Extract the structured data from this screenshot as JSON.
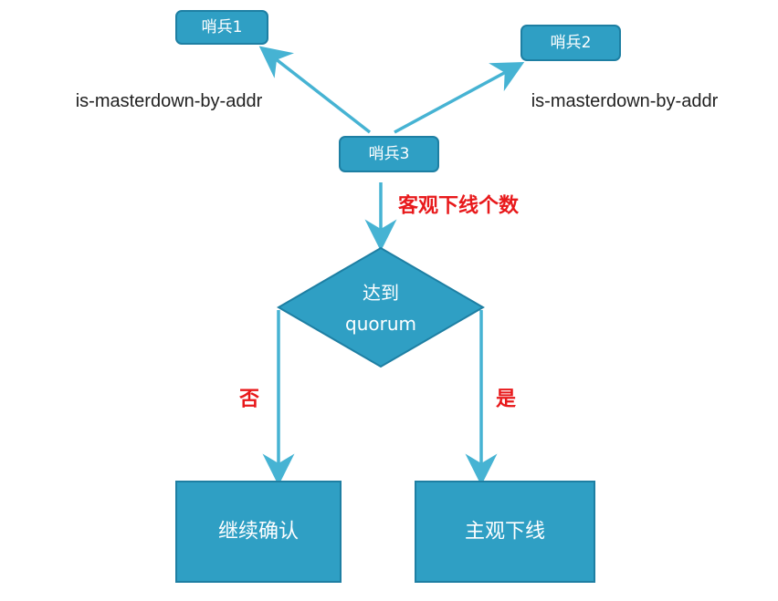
{
  "nodes": {
    "sentinel1": "哨兵1",
    "sentinel2": "哨兵2",
    "sentinel3": "哨兵3",
    "decision_line1": "达到",
    "decision_line2": "quorum",
    "continue_confirm": "继续确认",
    "subjective_down": "主观下线"
  },
  "edges": {
    "left_command": "is-masterdown-by-addr",
    "right_command": "is-masterdown-by-addr",
    "objective_down_count": "客观下线个数",
    "no": "否",
    "yes": "是"
  },
  "colors": {
    "node_fill": "#2f9fc4",
    "node_border": "#1e7fa3",
    "arrow": "#46b3d3",
    "highlight_text": "#e8191b"
  }
}
